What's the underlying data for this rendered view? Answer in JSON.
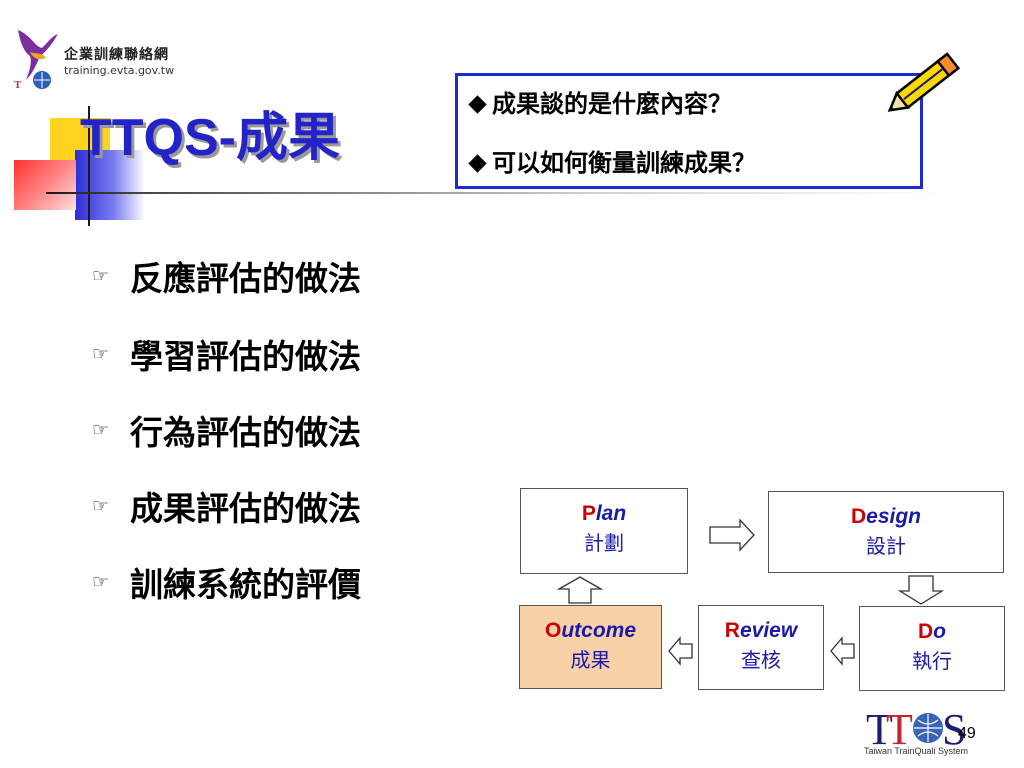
{
  "logo": {
    "org_name": "企業訓練聯絡網",
    "url": "training.evta.gov.tw",
    "mark_text": "TTQS"
  },
  "title": "TTQS-成果",
  "questions": [
    "成果談的是什麼內容？",
    "可以如何衡量訓練成果？"
  ],
  "bullets": [
    "反應評估的做法",
    "學習評估的做法",
    "行為評估的做法",
    "成果評估的做法",
    "訓練系統的評價"
  ],
  "pddro": {
    "plan": {
      "first": "P",
      "rest": "lan",
      "zh": "計劃"
    },
    "design": {
      "first": "D",
      "rest": "esign",
      "zh": "設計"
    },
    "do": {
      "first": "D",
      "rest": "o",
      "zh": "執行"
    },
    "review": {
      "first": "R",
      "rest": "eview",
      "zh": "查核"
    },
    "outcome": {
      "first": "O",
      "rest": "utcome",
      "zh": "成果"
    }
  },
  "footer": {
    "logo_text": "TTQS",
    "logo_subtitle": "Taiwan TrainQuali System",
    "page_number": "49"
  },
  "colors": {
    "title": "#2323c8",
    "box_border": "#1c2bd0",
    "diagram_text": "#1a1aa8",
    "diagram_initial": "#cc0000",
    "outcome_fill": "#f9d1a8"
  }
}
